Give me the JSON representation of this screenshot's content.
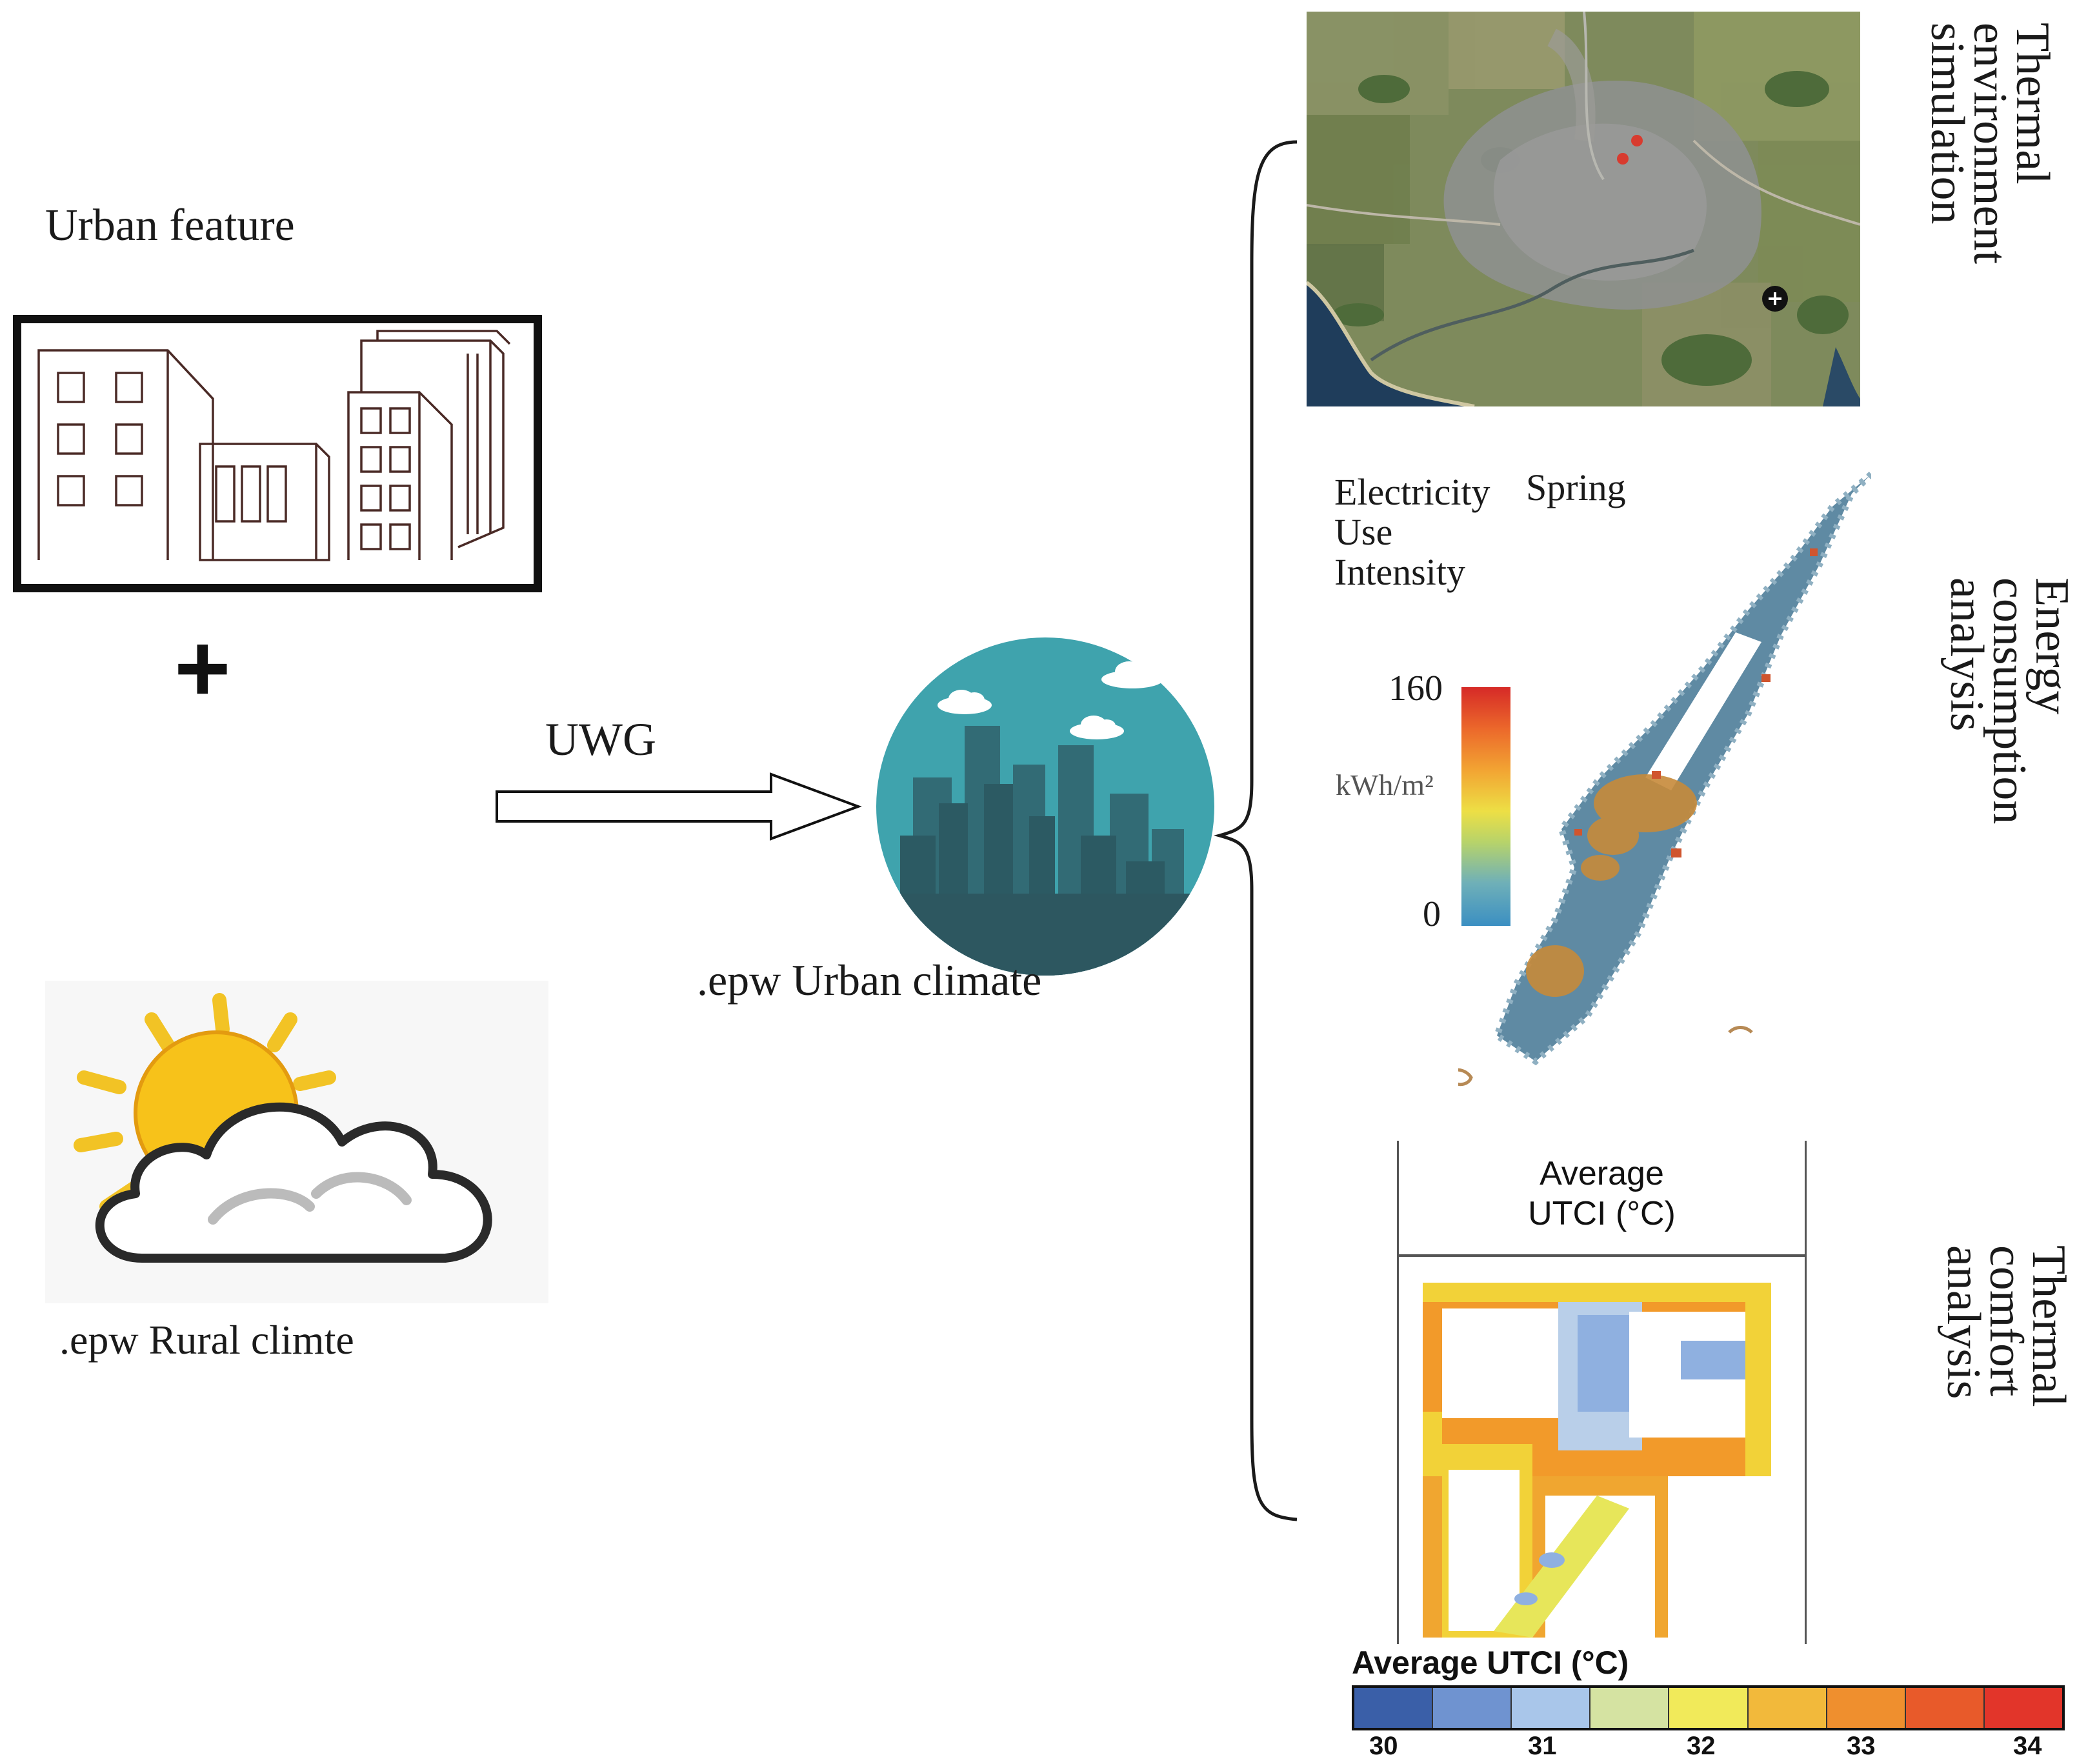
{
  "inputs": {
    "urban_feature_label": "Urban feature",
    "plus_sign": "+",
    "rural_climate_label": ".epw Rural climte"
  },
  "process": {
    "arrow_label": "UWG",
    "output_label": ".epw Urban climate"
  },
  "outputs": {
    "thermal_simulation": {
      "lines": [
        "Thermal",
        "environment",
        "simulation"
      ]
    },
    "energy": {
      "lines": [
        "Energy",
        "consumption",
        "analysis"
      ],
      "map_title_lines": [
        "Electricity",
        "Use",
        "Intensity"
      ],
      "season": "Spring",
      "scale_max": "160",
      "scale_unit": "kWh/m²",
      "scale_min": "0"
    },
    "thermal_comfort": {
      "lines": [
        "Thermal",
        "comfort",
        "analysis"
      ],
      "panel_title_line1": "Average",
      "panel_title_line2": "UTCI (°C)",
      "legend_title": "Average UTCI (°C)",
      "legend_ticks": [
        "30",
        "31",
        "32",
        "33",
        "34"
      ],
      "legend_colors": [
        "#3a5fa8",
        "#6f93d0",
        "#a9c6ea",
        "#d5e3a2",
        "#f1ea5a",
        "#f2b93b",
        "#ef8f2e",
        "#e85a2a",
        "#e2352a"
      ]
    }
  }
}
